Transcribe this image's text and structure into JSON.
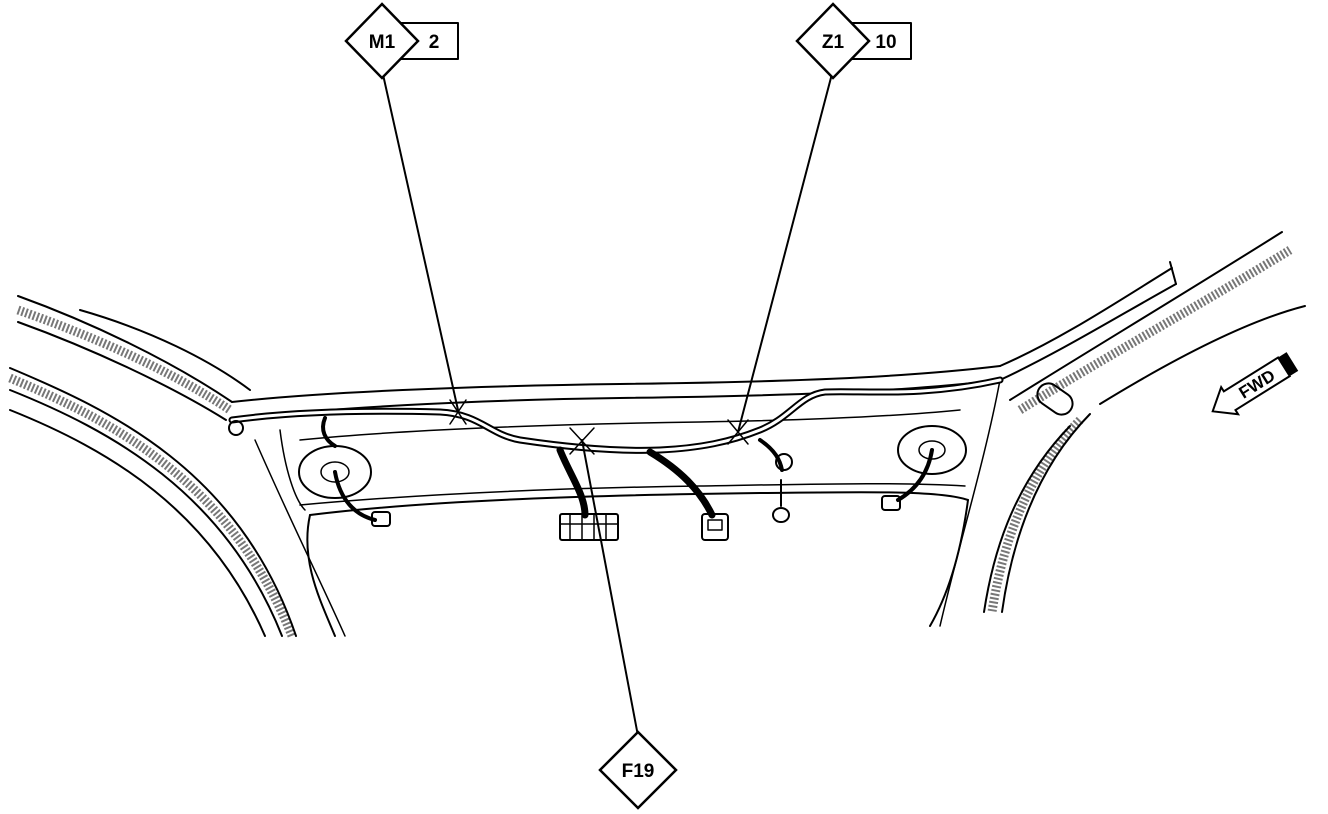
{
  "callouts": {
    "m1": {
      "label": "M1",
      "value": "2"
    },
    "z1": {
      "label": "Z1",
      "value": "10"
    },
    "f19": {
      "label": "F19"
    }
  },
  "direction": {
    "label": "FWD"
  }
}
